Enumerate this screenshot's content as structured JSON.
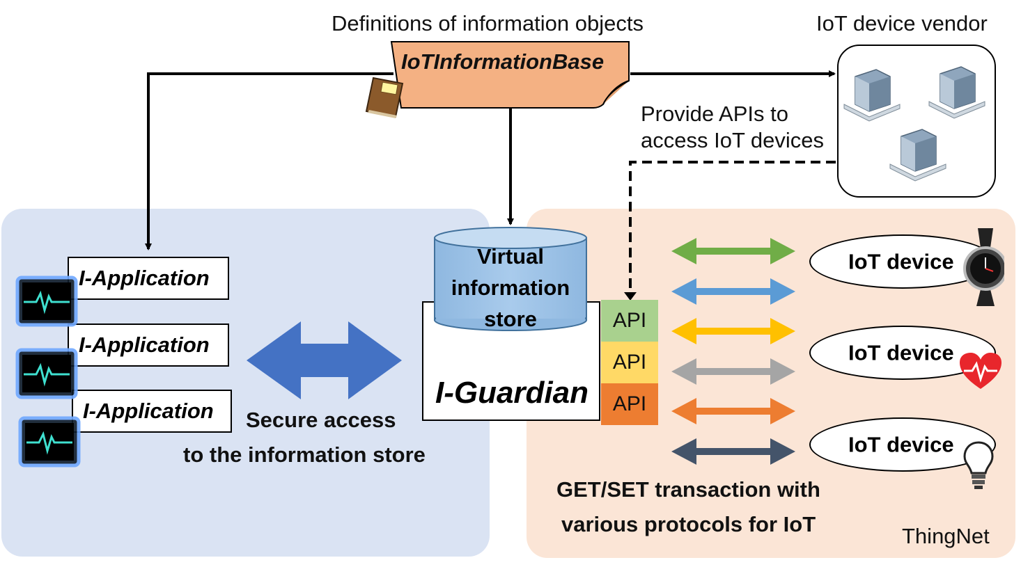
{
  "header": {
    "definitions_label": "Definitions of information objects",
    "base_label": "IoTInformationBase",
    "vendor_label": "IoT device vendor"
  },
  "vendor": {
    "provide_line1": "Provide APIs to",
    "provide_line2": "access IoT devices"
  },
  "store": {
    "line1": "Virtual",
    "line2": "information",
    "line3": "store",
    "guardian_label": "I-Guardian"
  },
  "apps": [
    {
      "label": "I-Application"
    },
    {
      "label": "I-Application"
    },
    {
      "label": "I-Application"
    }
  ],
  "secure": {
    "line1": "Secure access",
    "line2": "to the information store"
  },
  "apis": [
    {
      "label": "API",
      "color": "#a9d18e"
    },
    {
      "label": "API",
      "color": "#ffd966"
    },
    {
      "label": "API",
      "color": "#ed7d31"
    }
  ],
  "devices": [
    {
      "label": "IoT device"
    },
    {
      "label": "IoT device"
    },
    {
      "label": "IoT device"
    }
  ],
  "protocol_arrow_colors": [
    "#70ad47",
    "#5b9bd5",
    "#ffc000",
    "#a5a5a5",
    "#ed7d31",
    "#44546a"
  ],
  "transaction": {
    "line1": "GET/SET transaction with",
    "line2": "various protocols for IoT"
  },
  "thingnet_label": "ThingNet",
  "colors": {
    "left_panel": "#dae3f3",
    "right_panel": "#fbe5d6",
    "base_doc": "#f4b183",
    "store_cylinder": "#9dc3e6",
    "secure_arrow": "#4472c4"
  }
}
